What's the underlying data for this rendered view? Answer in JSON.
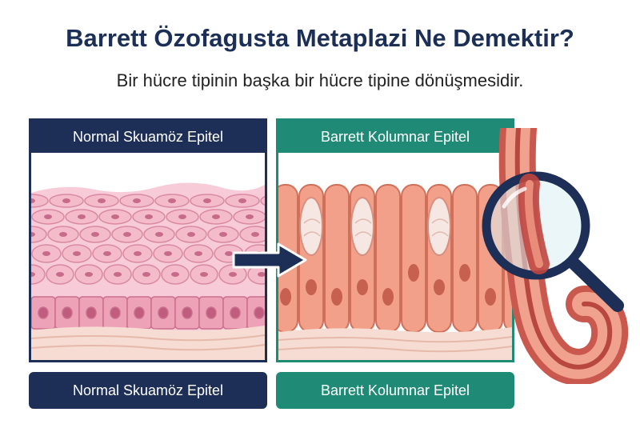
{
  "title": "Barrett Özofagusta Metaplazi Ne Demektir?",
  "subtitle": "Bir hücre tipinin başka bir hücre tipine dönüşmesidir.",
  "panels": {
    "left": {
      "header": "Normal Skuamöz Epitel",
      "caption": "Normal Skuamöz Epitel"
    },
    "right": {
      "header": "Barrett Kolumnar Epitel",
      "caption": "Barrett Kolumnar Epitel"
    }
  },
  "colors": {
    "navy": "#1d2f57",
    "teal": "#1f8a76",
    "squamous_pink": "#f3b6c8",
    "columnar_salmon": "#f3a08a"
  },
  "icons": [
    "right-arrow-icon",
    "magnifier-icon"
  ]
}
